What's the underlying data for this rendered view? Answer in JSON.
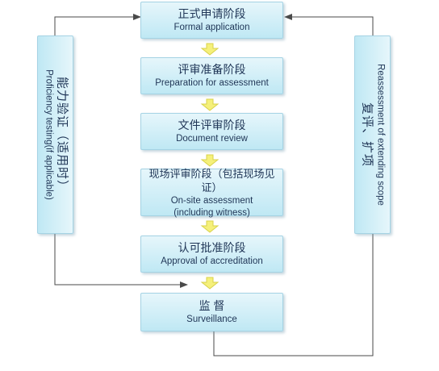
{
  "steps": [
    {
      "zh": "正式申请阶段",
      "en": "Formal application"
    },
    {
      "zh": "评审准备阶段",
      "en": "Preparation for assessment"
    },
    {
      "zh": "文件评审阶段",
      "en": "Document review"
    },
    {
      "zh": "现场评审阶段（包括现场见证）",
      "en": "On-site assessment",
      "en2": "(including witness)"
    },
    {
      "zh": "认可批准阶段",
      "en": "Approval of accreditation"
    },
    {
      "zh": "监 督",
      "en": "Surveillance"
    }
  ],
  "left_panel": {
    "zh": "能力验证（适用时）",
    "en": "Proficiency testing(if applicable)"
  },
  "right_panel": {
    "zh": "复评、扩项",
    "en": "Reassessment of extending scope"
  },
  "colors": {
    "arrow_fill": "#f5f07a",
    "arrow_stroke": "#d8d24a",
    "box_border": "#a5d3e4",
    "line": "#4a4a4a",
    "text": "#1f3556"
  }
}
